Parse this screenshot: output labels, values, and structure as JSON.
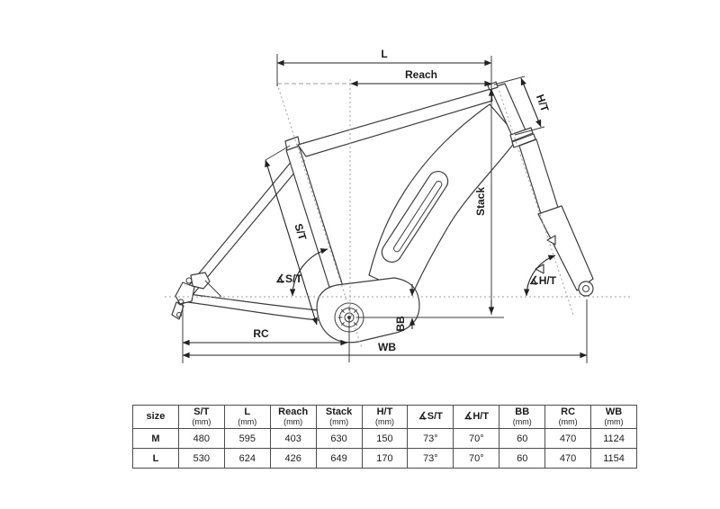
{
  "diagram": {
    "labels": {
      "l": "L",
      "reach": "Reach",
      "ht": "H/T",
      "stack": "Stack",
      "st": "S/T",
      "angle_st": "∡S/T",
      "angle_ht": "∡H/T",
      "bb": "BB",
      "rc": "RC",
      "wb": "WB"
    }
  },
  "table": {
    "header": [
      {
        "label": "size",
        "unit": ""
      },
      {
        "label": "S/T",
        "unit": "(mm)"
      },
      {
        "label": "L",
        "unit": "(mm)"
      },
      {
        "label": "Reach",
        "unit": "(mm)"
      },
      {
        "label": "Stack",
        "unit": "(mm)"
      },
      {
        "label": "H/T",
        "unit": "(mm)"
      },
      {
        "label": "∡S/T",
        "unit": ""
      },
      {
        "label": "∡H/T",
        "unit": ""
      },
      {
        "label": "BB",
        "unit": "(mm)"
      },
      {
        "label": "RC",
        "unit": "(mm)"
      },
      {
        "label": "WB",
        "unit": "(mm)"
      }
    ],
    "rows": [
      {
        "cells": [
          "M",
          "480",
          "595",
          "403",
          "630",
          "150",
          "73°",
          "70°",
          "60",
          "470",
          "1124"
        ]
      },
      {
        "cells": [
          "L",
          "530",
          "624",
          "426",
          "649",
          "170",
          "73°",
          "70°",
          "60",
          "470",
          "1154"
        ]
      }
    ]
  },
  "colors": {
    "line": "#3d3d3d",
    "construction": "#9f9f9f",
    "text": "#1c1c1c",
    "background": "#ffffff"
  }
}
